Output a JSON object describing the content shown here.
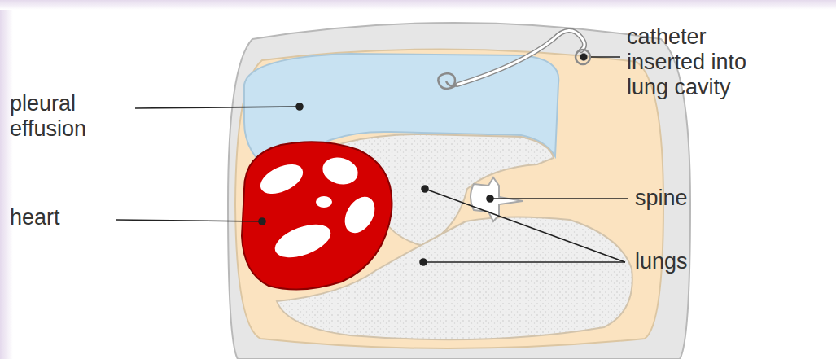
{
  "diagram": {
    "labels": [
      "pleural effusion",
      "heart",
      "catheter inserted into lung cavity",
      "spine",
      "lungs"
    ]
  }
}
